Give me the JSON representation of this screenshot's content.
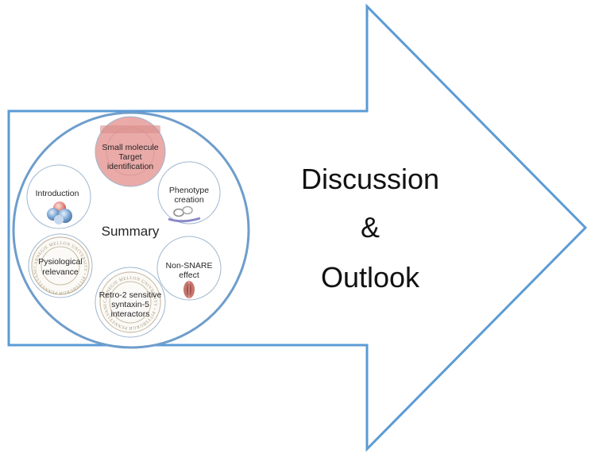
{
  "title": {
    "line1": "Discussion",
    "line2": "&",
    "line3": "Outlook"
  },
  "summary": {
    "center_label": "Summary",
    "nodes": {
      "small_molecule": [
        "Small molecule",
        "Target",
        "identification"
      ],
      "phenotype": [
        "Phenotype",
        "creation"
      ],
      "non_snare": [
        "Non-SNARE",
        "effect"
      ],
      "retro2": [
        "Retro-2 sensitive",
        "syntaxin-5",
        "interactors"
      ],
      "physiological": [
        "Pysiological",
        "relevance"
      ],
      "introduction": [
        "Introduction"
      ]
    },
    "seal_text": "CARNEGIE MELLON UNIVERSITY • PITTSBURGH PENNSYLVANIA •"
  },
  "colors": {
    "arrow_stroke": "#5b9bd5",
    "circle_stroke": "#6e9dcb",
    "small_molecule_fill": "#e9a9a7",
    "seal_ink": "#a7967b",
    "text": "#262626"
  },
  "icons": {
    "introduction": "bubbles-icon",
    "phenotype": "chain-links-icon",
    "non_snare": "cell-cross-section-icon",
    "seal": "university-seal-icon"
  }
}
